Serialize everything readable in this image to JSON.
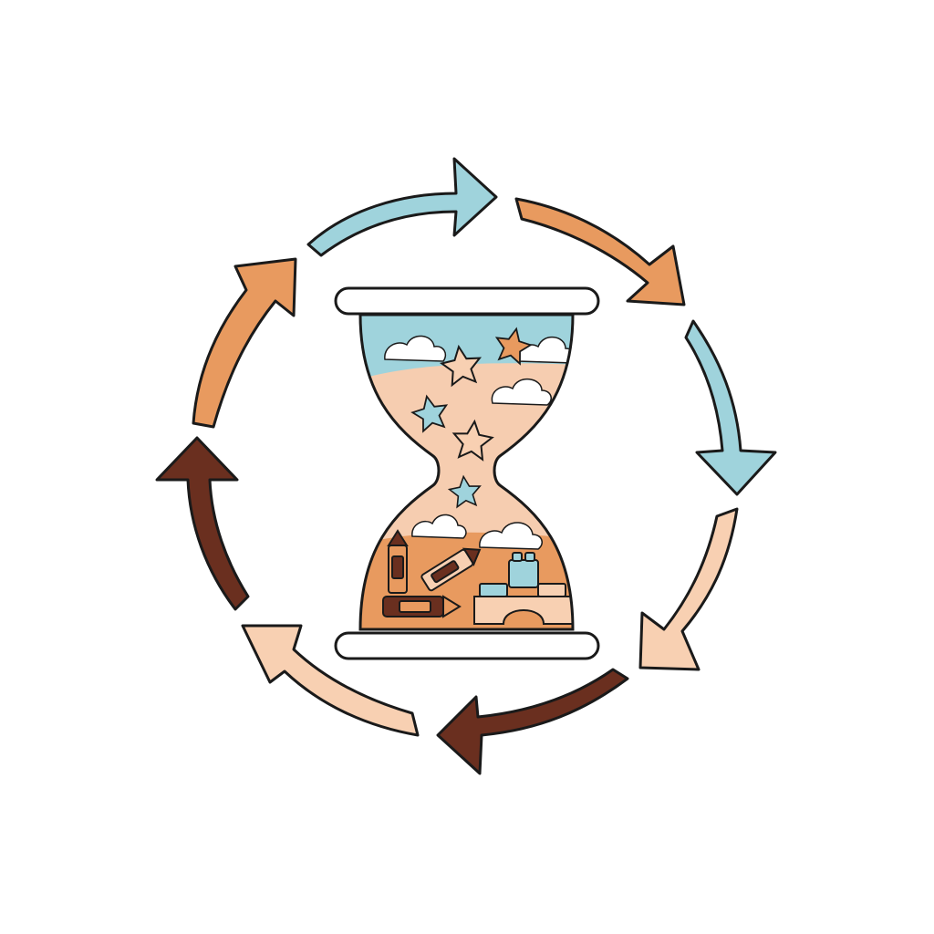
{
  "illustration": {
    "palette": {
      "sky_blue": "#9fd3dc",
      "orange": "#e89a5f",
      "peach": "#f8d0b2",
      "dark_brown": "#6a2f1f",
      "sand_light": "#f6cdb0",
      "outline": "#1a1a1a",
      "background": "#ffffff"
    },
    "cycle_arrows": [
      {
        "color": "sky_blue",
        "direction": "clockwise"
      },
      {
        "color": "orange",
        "direction": "clockwise"
      },
      {
        "color": "sky_blue",
        "direction": "clockwise"
      },
      {
        "color": "peach",
        "direction": "clockwise"
      },
      {
        "color": "dark_brown",
        "direction": "clockwise"
      },
      {
        "color": "peach",
        "direction": "clockwise"
      },
      {
        "color": "dark_brown",
        "direction": "clockwise"
      },
      {
        "color": "orange",
        "direction": "clockwise"
      }
    ],
    "hourglass": {
      "top_contents": [
        "cloud-icon",
        "cloud-icon",
        "cloud-icon",
        "star-icon",
        "star-icon"
      ],
      "falling_contents": [
        "star-icon",
        "star-icon",
        "star-icon"
      ],
      "bottom_contents": [
        "cloud-icon",
        "cloud-icon",
        "crayon-icon",
        "crayon-icon",
        "crayon-icon",
        "toy-block-icon"
      ]
    }
  }
}
